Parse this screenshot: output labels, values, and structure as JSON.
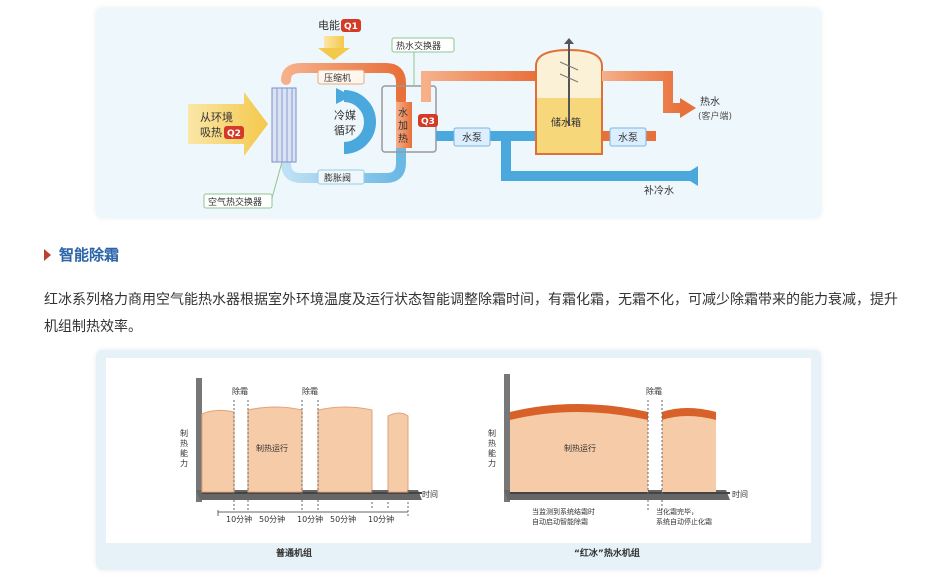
{
  "diagram1": {
    "electric_label": "电能",
    "q1": "Q1",
    "heat_exchanger_label": "热水交换器",
    "compressor": "压缩机",
    "refrigerant_line1": "冷媒",
    "refrigerant_line2": "循环",
    "expansion_valve": "膨胀阀",
    "absorb_line1": "从环境",
    "absorb_line2": "吸热",
    "q2": "Q2",
    "water_heat_chars": [
      "水",
      "加",
      "热"
    ],
    "q3": "Q3",
    "water_pump_left": "水泵",
    "storage_tank": "储水箱",
    "water_pump_right": "水泵",
    "hot_water": "热水",
    "customer_end": "(客户端)",
    "cold_water_supply": "补冷水",
    "air_exchanger": "空气热交换器"
  },
  "section": {
    "title": "智能除霜",
    "paragraph": "红冰系列格力商用空气能热水器根据室外环境温度及运行状态智能调整除霜时间，有霜化霜，无霜不化，可减少除霜带来的能力衰减，提升机组制热效率。"
  },
  "diagram2": {
    "left": {
      "y_axis_chars": [
        "制",
        "热",
        "能",
        "力"
      ],
      "defrost1": "除霜",
      "defrost2": "除霜",
      "heating_run": "制热运行",
      "time_label": "时间",
      "segments": [
        "10分钟",
        "50分钟",
        "10分钟",
        "50分钟",
        "10分钟"
      ],
      "caption": "普通机组"
    },
    "right": {
      "y_axis_chars": [
        "制",
        "热",
        "能",
        "力"
      ],
      "defrost": "除霜",
      "heating_run": "制热运行",
      "time_label": "时间",
      "note_left_line1": "当监测到系统结霜时",
      "note_left_line2": "自动启动智能除霜",
      "note_right_line1": "当化霜完毕，",
      "note_right_line2": "系统自动停止化霜",
      "caption": "“红冰”热水机组"
    }
  },
  "colors": {
    "orange": "#e8703a",
    "blue": "#4aa8dc",
    "tan": "#f2c19a",
    "accent_red": "#d43a26",
    "heading_blue": "#2b63a8"
  }
}
